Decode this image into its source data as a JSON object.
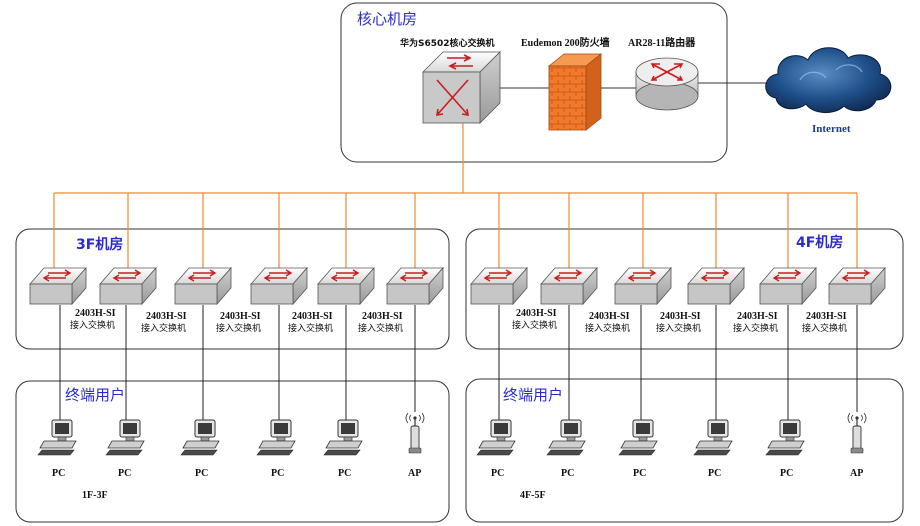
{
  "core_room": {
    "title": "核心机房",
    "core_switch_label": "华为S6502核心交换机",
    "firewall_label": "Eudemon 200防火墙",
    "router_label": "AR28-11路由器",
    "internet_label": "Internet"
  },
  "floor3": {
    "title": "3F机房",
    "switches": [
      {
        "model": "2403H-SI",
        "role": "接入交换机"
      },
      {
        "model": "2403H-SI",
        "role": "接入交换机"
      },
      {
        "model": "2403H-SI",
        "role": "接入交换机"
      },
      {
        "model": "2403H-SI",
        "role": "接入交换机"
      },
      {
        "model": "2403H-SI",
        "role": "接入交换机"
      }
    ]
  },
  "floor4": {
    "title": "4F机房",
    "switches": [
      {
        "model": "2403H-SI",
        "role": "接入交换机"
      },
      {
        "model": "2403H-SI",
        "role": "接入交换机"
      },
      {
        "model": "2403H-SI",
        "role": "接入交换机"
      },
      {
        "model": "2403H-SI",
        "role": "接入交换机"
      },
      {
        "model": "2403H-SI",
        "role": "接入交换机"
      }
    ]
  },
  "users_left": {
    "title": "终端用户",
    "devices": [
      "PC",
      "PC",
      "PC",
      "PC",
      "PC",
      "AP"
    ],
    "range": "1F-3F"
  },
  "users_right": {
    "title": "终端用户",
    "devices": [
      "PC",
      "PC",
      "PC",
      "PC",
      "PC",
      "AP"
    ],
    "range": "4F-5F"
  }
}
